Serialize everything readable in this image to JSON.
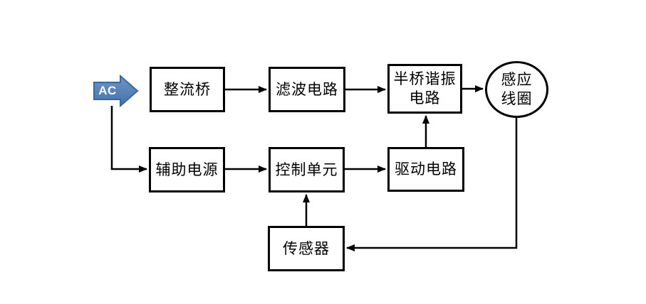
{
  "diagram": {
    "type": "block-diagram",
    "background": "#ffffff",
    "line_color": "#000000",
    "input_arrow": {
      "label": "AC",
      "fill": "#4f81bd",
      "fill_light": "#6d96c9",
      "border": "#3867a6",
      "text_color": "#ffffff"
    },
    "nodes": {
      "rectifier": {
        "label": "整流桥",
        "shape": "rect"
      },
      "filter": {
        "label": "滤波电路",
        "shape": "rect"
      },
      "half_bridge": {
        "label": "半桥谐振电路",
        "line1": "半桥谐振",
        "line2": "电路",
        "shape": "rect"
      },
      "coil": {
        "label": "感应线圈",
        "line1": "感应",
        "line2": "线圈",
        "shape": "circle"
      },
      "aux_power": {
        "label": "辅助电源",
        "shape": "rect"
      },
      "control": {
        "label": "控制单元",
        "shape": "rect"
      },
      "driver": {
        "label": "驱动电路",
        "shape": "rect"
      },
      "sensor": {
        "label": "传感器",
        "shape": "rect"
      }
    },
    "edges": [
      {
        "from": "AC",
        "to": "rectifier"
      },
      {
        "from": "rectifier",
        "to": "filter"
      },
      {
        "from": "filter",
        "to": "half_bridge"
      },
      {
        "from": "half_bridge",
        "to": "coil"
      },
      {
        "from": "AC",
        "to": "aux_power"
      },
      {
        "from": "aux_power",
        "to": "control"
      },
      {
        "from": "control",
        "to": "driver"
      },
      {
        "from": "driver",
        "to": "half_bridge"
      },
      {
        "from": "sensor",
        "to": "control"
      },
      {
        "from": "coil",
        "to": "sensor"
      }
    ]
  }
}
